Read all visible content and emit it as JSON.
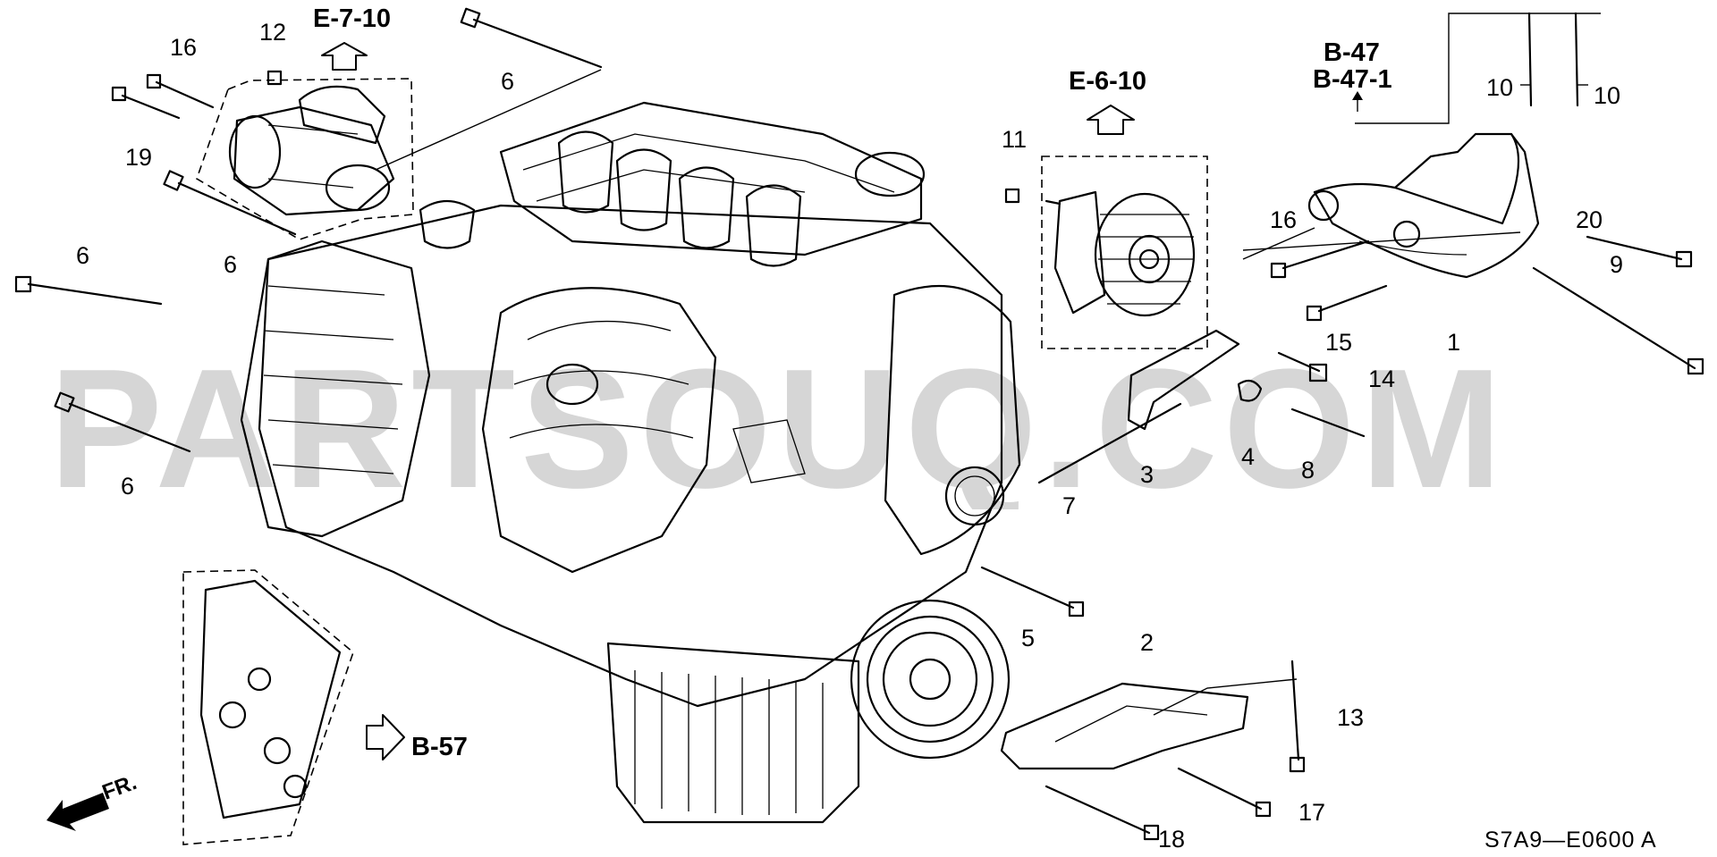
{
  "watermark": "PARTSOUQ.COM",
  "diagram_code": "S7A9—E0600 A",
  "references": {
    "starter": "E-7-10",
    "alternator": "E-6-10",
    "mount_a": "B-47",
    "mount_b": "B-47-1",
    "lower": "B-57"
  },
  "front_marker": "FR.",
  "callouts": {
    "p1": "1",
    "p2": "2",
    "p3": "3",
    "p4": "4",
    "p5": "5",
    "p6a": "6",
    "p6b": "6",
    "p6c": "6",
    "p6d": "6",
    "p7": "7",
    "p8": "8",
    "p9": "9",
    "p10a": "10",
    "p10b": "10",
    "p11": "11",
    "p12": "12",
    "p13": "13",
    "p14": "14",
    "p15": "15",
    "p16a": "16",
    "p16b": "16",
    "p17": "17",
    "p18": "18",
    "p19": "19",
    "p20": "20"
  }
}
